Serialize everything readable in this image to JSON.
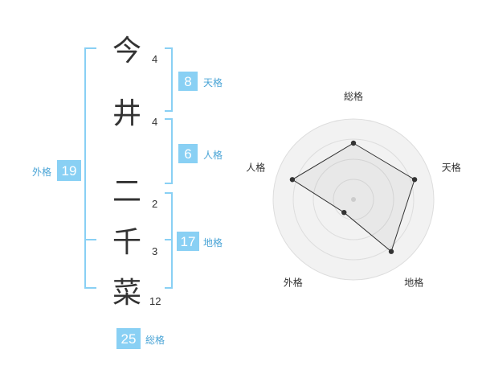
{
  "name": {
    "chars": [
      {
        "char": "今",
        "strokes": "4"
      },
      {
        "char": "井",
        "strokes": "4"
      },
      {
        "char": "二",
        "strokes": "2"
      },
      {
        "char": "千",
        "strokes": "3"
      },
      {
        "char": "菜",
        "strokes": "12"
      }
    ]
  },
  "fortunes": {
    "tenkaku": {
      "value": "8",
      "label": "天格"
    },
    "jinkaku": {
      "value": "6",
      "label": "人格"
    },
    "chikaku": {
      "value": "17",
      "label": "地格"
    },
    "gaikaku": {
      "value": "19",
      "label": "外格"
    },
    "soukaku": {
      "value": "25",
      "label": "総格"
    }
  },
  "chart_data": {
    "type": "radar",
    "axes": [
      "総格",
      "天格",
      "地格",
      "外格",
      "人格"
    ],
    "values": [
      0.7,
      0.8,
      0.8,
      0.2,
      0.8
    ],
    "rings": 4,
    "colors": {
      "fill": "#f2f2f2",
      "grid": "#dddddd",
      "line": "#333333",
      "point": "#333333",
      "center": "#cccccc"
    }
  },
  "colors": {
    "accent": "#89d0f4",
    "label": "#4aa4d6",
    "text": "#333333"
  }
}
